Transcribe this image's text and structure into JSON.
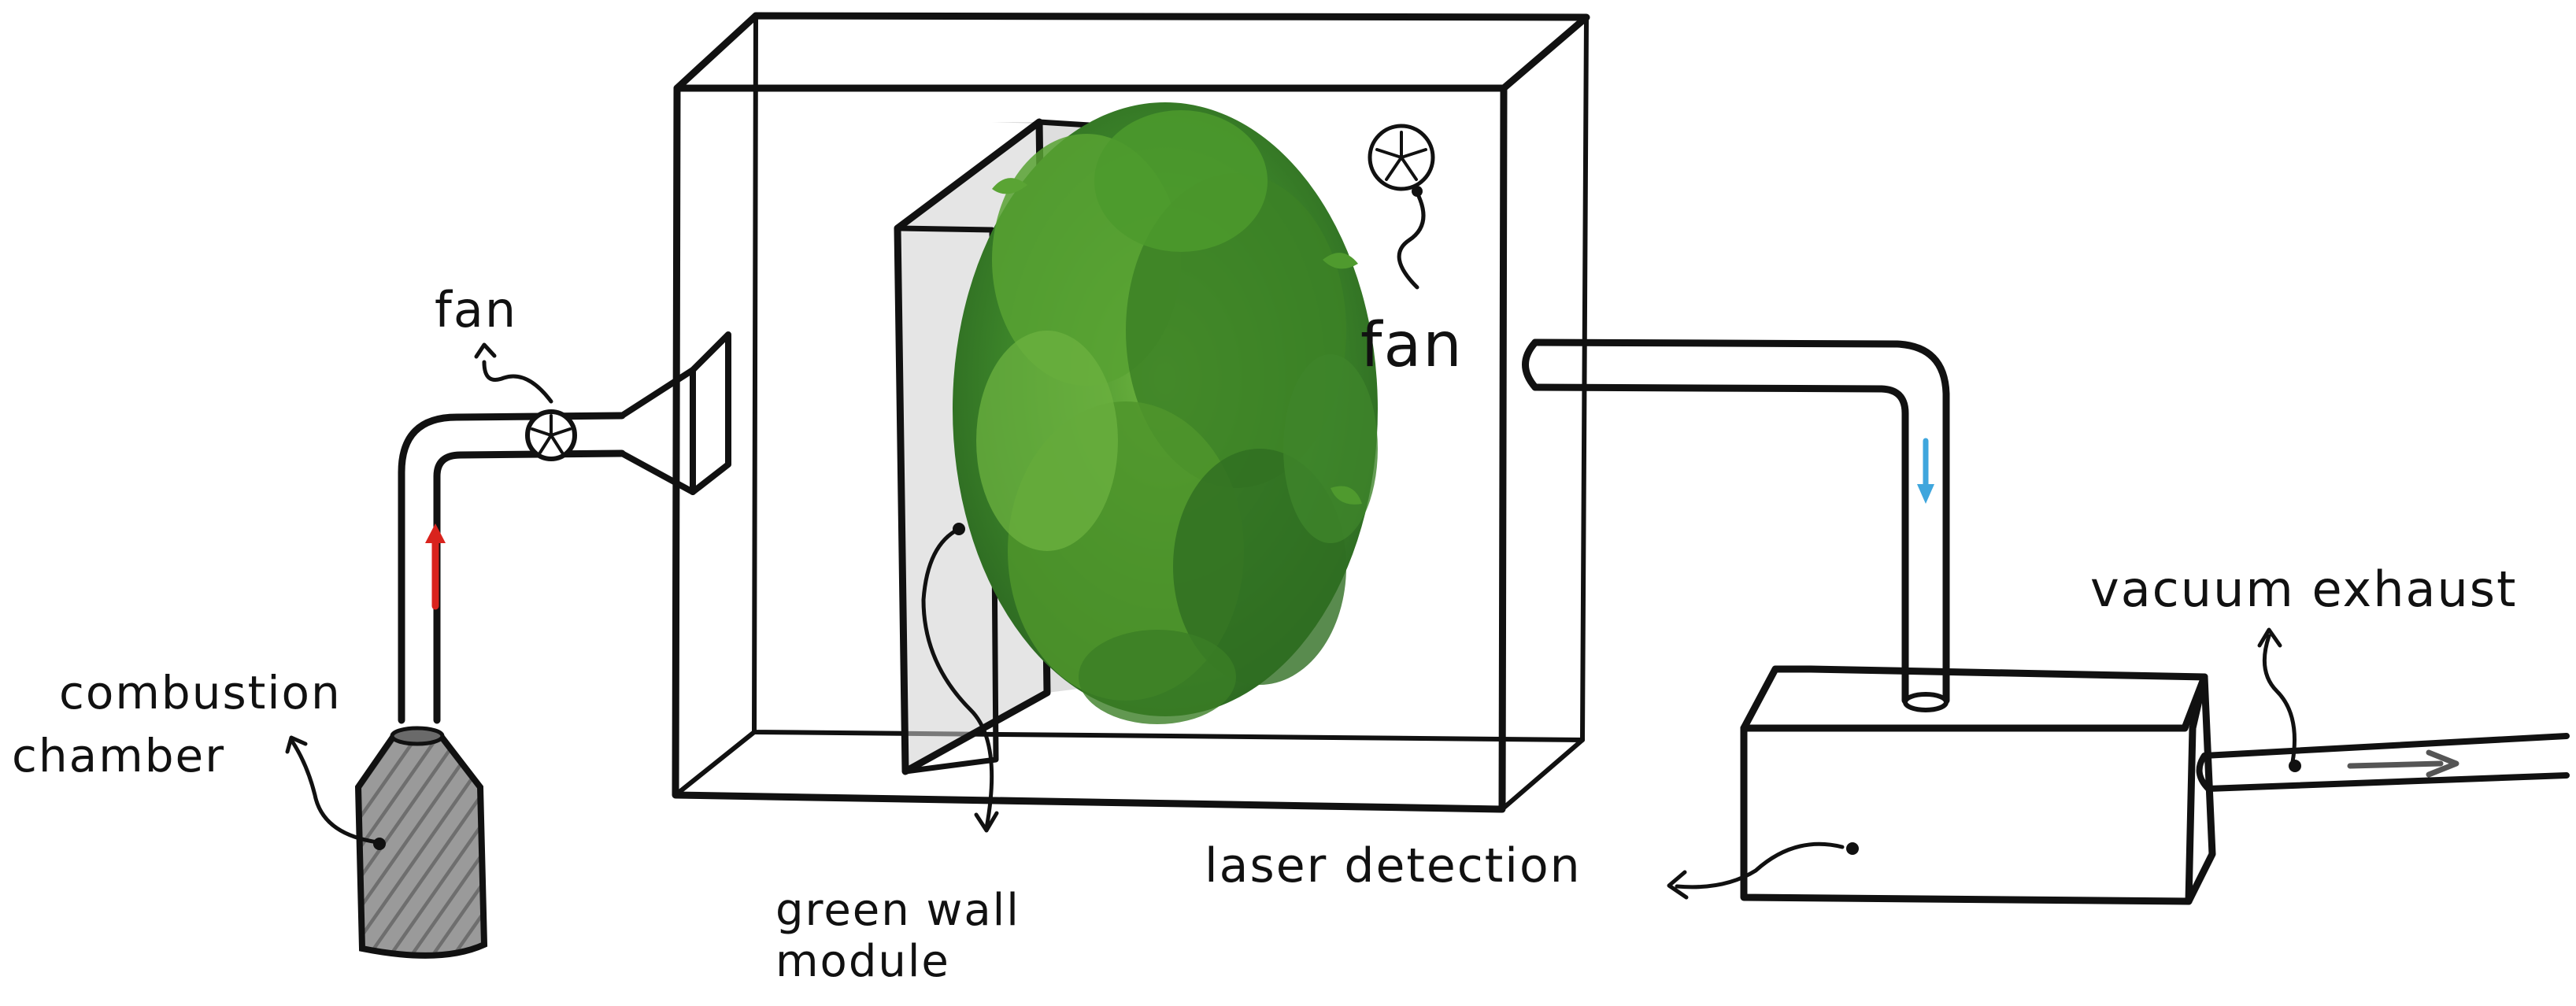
{
  "labels": {
    "fan_left": "fan",
    "fan_right": "fan",
    "combustion": "combustion",
    "chamber": "chamber",
    "green_wall": "green wall",
    "module": "module",
    "laser": "laser detection",
    "vacuum": "vacuum exhaust"
  },
  "colors": {
    "ink": "#111111",
    "up_arrow": "#d9231d",
    "down_arrow": "#3fa6dd",
    "foliage": "#4a8a2a",
    "chamber_fill": "#8a8a8a",
    "panel": "#dedede"
  }
}
